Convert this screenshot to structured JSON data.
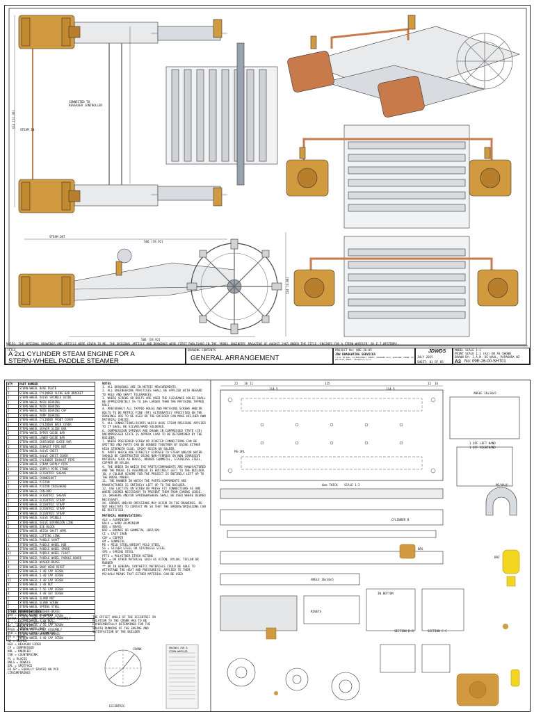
{
  "sheet1": {
    "note_line": "NOTES: THE ORIGINAL DRAWINGS AND ARTICLE WERE GIVEN TO ME. THE ORIGINAL ARTICLE AND DRAWINGS WERE FIRST PUBLISHED IN THE 'MODEL ENGINEER' MAGAZINE OF AUGUST 1965 UNDER THE TITLE 'ENGINES FOR A STERN-WHEELER' BY E.T.WESTBURY.",
    "title_label": "TITLE",
    "title_line1": "A 2x1 CYLINDER STEAM ENGINE FOR A",
    "title_line2": "STERN-WHEEL PADDLE STEAMER",
    "drawing_contents_label": "DRAWING CONTENTS",
    "drawing_contents": "GENERAL ARRANGEMENT",
    "project_no": "PROJECT No: 09E-26-05",
    "company": "JDW DRAUGHTING SERVICES",
    "company_addr": "J.D.W. DE WAAL, 10 BRIGHTWELL STREET, PAPAKURA 2113, AUCKLAND, PHONE: 09 299 6119, EMAIL: jdwds@xtra.co.nz",
    "logo_text": "JDWDS",
    "date": "JULY 2015",
    "sheet_no": "SHEET: 01 OF 05",
    "paper_size": "A3",
    "drawing_no": "No: 09E-26-00-SHT01",
    "model_scale": "MODEL SCALE 1:1",
    "print_scale": "PRINT SCALE 1:1 (A3) OR AS SHOWN",
    "drawn_by": "DRAWN BY: J.A.M. DE WAAL, PAPAKURA NZ",
    "labels": {
      "reverser": "CONNECTED TO REVERSER CONTROLLER",
      "steam_in": "STEAM IN",
      "steam_out": "STEAM OUT",
      "dim_top": "506 [19.92]",
      "dim_bottom": "506 [19.92]",
      "dim_left": "314 [12.36]",
      "dim_right": "124 [4.88]"
    }
  },
  "sheet2": {
    "parts_header": [
      "QTY",
      "PART NUMBER"
    ],
    "parts": [
      [
        "1",
        "STERN-WHEEL BASE PLATE"
      ],
      [
        "2",
        "STERN-WHEEL CYLINDER SLIDE BAR BRACKET"
      ],
      [
        "2",
        "STERN-WHEEL VALVE SPINDLE GUIDE"
      ],
      [
        "2",
        "STERN-WHEEL MAIN BEARING"
      ],
      [
        "2",
        "STERN-WHEEL MAIN BEARING"
      ],
      [
        "2",
        "STERN-WHEEL MAIN BEARING CAP"
      ],
      [
        "2",
        "STERN-WHEEL PUMP BEARING"
      ],
      [
        "2",
        "STERN-WHEEL CYLINDER FRONT COVER"
      ],
      [
        "2",
        "STERN-WHEEL CYLINDER BACK COVER"
      ],
      [
        "2",
        "STERN-WHEEL GRAVER SLIDE BAR"
      ],
      [
        "2",
        "STERN-WHEEL UPPER GUIDE BAR"
      ],
      [
        "2",
        "STERN-WHEEL LOWER GUIDE BAR"
      ],
      [
        "2",
        "STERN-WHEEL CROSSHEAD GUIDE BAR"
      ],
      [
        "1",
        "STERN-WHEEL EXHAUST PIPE NUT"
      ],
      [
        "2",
        "STERN-WHEEL VALVE CHEST"
      ],
      [
        "2",
        "STERN-WHEEL VALVE CHEST COVER"
      ],
      [
        "2",
        "STERN-WHEEL CYLINDER EXHAUST PIPE"
      ],
      [
        "2",
        "STERN-WHEEL STEAM SUPPLY PIPE"
      ],
      [
        "2",
        "STERN-WHEEL SUPPLY PIPE STAND"
      ],
      [
        "2",
        "STERN-WHEEL ECCENTRIC SHEAVE"
      ],
      [
        "2",
        "STERN-WHEEL CRANKSHAFT"
      ],
      [
        "2",
        "STERN-WHEEL PISTON"
      ],
      [
        "2",
        "STERN-WHEEL PISTON CROSSHEAD"
      ],
      [
        "2",
        "STERN-WHEEL CON-ROD"
      ],
      [
        "2",
        "STERN-WHEEL ECCENTRIC SHEAVE"
      ],
      [
        "2",
        "STERN-WHEEL ECCENTRIC STRAP"
      ],
      [
        "2",
        "STERN-WHEEL ECCENTRIC STRAP"
      ],
      [
        "2",
        "STERN-WHEEL ECCENTRIC STRAP"
      ],
      [
        "2",
        "STERN-WHEEL ECCENTRIC STRAP"
      ],
      [
        "2",
        "STERN-WHEEL VALVE SPINDLE"
      ],
      [
        "2",
        "STERN-WHEEL VALVE EXPANSION LINK"
      ],
      [
        "2",
        "STERN-WHEEL DIE BLOCK"
      ],
      [
        "1",
        "STERN-WHEEL WEIGH SHAFT ARMS"
      ],
      [
        "1",
        "STERN-WHEEL LIFTING LINK"
      ],
      [
        "1",
        "STERN-WHEEL PADDLE SHAFT"
      ],
      [
        "1",
        "STERN-WHEEL PADDLE WHEEL HUB"
      ],
      [
        "8",
        "STERN-WHEEL PADDLE WHEEL SPOKE"
      ],
      [
        "12",
        "STERN-WHEEL PADDLE WHEEL FLOAT"
      ],
      [
        "2",
        "STERN-WHEEL PADDLE WHEEL PADDLE BOARD"
      ],
      [
        "4",
        "STERN-WHEEL WASHER-BRASS"
      ],
      [
        "4",
        "STERN-WHEEL SNAP HEAD RIVET"
      ],
      [
        "6",
        "STERN-WHEEL 3-48 CAP SCREW"
      ],
      [
        "4",
        "STERN-WHEEL 5-40 CAP SCREW"
      ],
      [
        "12",
        "STERN-WHEEL 4-40 CAP SCREW"
      ],
      [
        "8",
        "STERN-WHEEL 3-48 NUT"
      ],
      [
        "4",
        "STERN-WHEEL 2-56 CAP SCREW"
      ],
      [
        "4",
        "STERN-WHEEL 4-40 SET SCREW"
      ],
      [
        "2",
        "STERN-WHEEL GLAND NUT"
      ],
      [
        "2",
        "STERN-WHEEL GLAND SCREW"
      ],
      [
        "2",
        "STERN-WHEEL SPRING STEEL"
      ],
      [
        "2",
        "STERN-WHEEL WASHER-BRASS"
      ],
      [
        "4",
        "STERN-WHEEL 4-40 CAP SCREW"
      ],
      [
        "2",
        "STERN-WHEEL 3-48 NUT"
      ],
      [
        "4",
        "STERN-WHEEL 2-56 CAP SCREW"
      ],
      [
        "2",
        "STERN-WHEEL NUT"
      ],
      [
        "1",
        "STERN-WHEEL WASHER-BRASS"
      ],
      [
        "1",
        "STERN-WHEEL 4-40 CAP SCREW"
      ]
    ],
    "notes_title": "NOTES",
    "notes": [
      "1. ALL DRAWINGS ARE IN METRIC MEASUREMENTS.",
      "2. ALL ENGINEERING PRACTICES SHALL BE APPLIED WITH REGARD TO HOLE AND SHAFT TOLERANCES.",
      "3. WHERE SCREWS OR BOLTS ARE USED THE CLEARANCE HOLES SHALL BE APPROXIMATELY 5% TO 10% LARGER THAN THE MATCHING TAPPED HOLE.",
      "4. PREFERABLY ALL TAPPED HOLES AND MATCHING SCREWS AND/OR BOLTS TO BE METRIC FINE (MF) ALTERNATELY SPECIFIED ON THE DRAWINGS ARE TO BE USED OR THE BUILDER CAN MAKE HIS/HER OWN MATERIAL CHOICE.",
      "5. ALL CONNECTIONS/JOINTS WHICH HAVE STEAM PRESSURE APPLIED TO IT SHALL BE SILVER/HARD SOLDERED.",
      "6. COMPRESSION SPRINGS ARE DRAWN IN COMPRESSED STATE (CR) UNCOMPRESSED STATE IS APPROX LOAD TO BE DETERMINED BY THE BUILDER.",
      "7. WHERE PREFERRED SCREW OR RIVETED CONNECTIONS CAN BE OMITTED AND PARTS CAN BE BONDED TOGETHER BY USING EITHER HIGH STRENGTH GLUE, EPOXY RESIN OR SOLDER.",
      "8. PARTS WHICH ARE DIRECTLY EXPOSED TO STEAM AND/OR WATER SHOULD BE CONSTRUCTED USING NON-FERROUS OR NON CORROSIVE MATERIAL SUCH AS BRASS, BRONZE GUNMETAL, STAINLESS STEEL, COPPER OR NYLON.",
      "9. THE ORDER IN WHICH THE PARTS/COMPONENTS ARE MANUFACTURED AND THE MODEL IS ASSEMBLED IS ENTIRELY LEFT TO THE BUILDER.",
      "10. A COLOUR SCHEME FOR THE PROJECT IS ENTIRELY LEFT UP TO THE MODEL MAKER.",
      "11. THE MANNER IN WHICH THE PARTS/COMPONENTS ARE MANUFACTURED IS ENTIRELY LEFT UP TO THE BUILDER.",
      "12. USE LOCTITE ON SCREW OR PRESS FIT CONNECTIONS AS AND WHERE DEEMED NECESSARY TO PREVENT THEM FROM COMING LOOSE.",
      "13. WASHERS AND/OR SPRINGWASHERS SHALL BE USED WHERE DEEMED NECESSARY.",
      "XX. ERRORS AND/OR OMISSIONS MAY OCCUR IN THE DRAWINGS. DO NOT HESITATE TO CONTACT ME SO THAT THE ERRORS/OMISSIONS CAN BE RECTIFIED."
    ],
    "material_title": "MATERIAL ABBREVIATIONS:",
    "materials": [
      "ALU = ALUMINIUM",
      "HALU = HARD ALUMINIUM",
      "BRS = BRASS",
      "BRZ = BRONZE OR GUNMETAL (BRZ/GM)",
      "CI = CAST IRON",
      "COP = COPPER",
      "GM = GUNMETAL",
      "MS = MILD STEEL/BRIGHT MILD STEEL",
      "SS = SILVER STEEL OR STAINLESS STEEL",
      "SPS = SPRING STEEL",
      "PTFE = POLYETHER ETHER KETONE",
      "NYL = OR OTHER MATERIAL SUCH AS VITON, NYLON, TEFLON OR RUBBER",
      "** OR IN GENERAL SYNTHETIC MATERIALS COULD BE ABLE TO WITHSTAND THE HEAT AND PRESSURE(S) APPLIED TO THEM.",
      "MS/HALU MEANS THAT EITHER MATERIAL CAN BE USED"
    ],
    "other_title": "OTHER ABBREVIATIONS:",
    "others": [
      "DAA = DRILL AFTER ASSEMBLY",
      "DATAA = DRILL AND TAP AFTER ASSEMBLY",
      "Ø = CLOSE FIT (DCE FOR SIZE)",
      "PF = PRESS FIT",
      "PFAA = PRESS FIT AFTER ASSEMBLY",
      "PCD = PITCH CIRCLE DIAMETER",
      "FR = FRONT",
      "RH = REAMED",
      "HEX = HEXAGON SIDED",
      "CP = COMPRESSED",
      "KNL = KNURLED",
      "CSK = COUNTERSINK",
      "PL = PLACES",
      "DWLS = DOWELS",
      "SPL = SPOTFACE",
      "EQ.SP = EQUALLY SPACED ON PCD",
      "CIRCUMFERENCE"
    ],
    "eccentric_note": "THE OFFSET ANGLE OF THE ECCENTRIC IN RELATION TO THE CRANK HAS TO BE EXPERIMENTALLY DETERMINED FOR THE SMOOTH RUNNING OF THE ENGINE AND SATISFACTION OF THE BUILDER",
    "crank_label": "CRANK",
    "eccentric_label": "ECCENTRIC",
    "engines_label": "ENGINES FOR A STERN-WHEELER",
    "dims": {
      "top_a": "125",
      "top_b": "114.5",
      "top_c": "125",
      "top_d": "114.5",
      "c1": "22",
      "c2": "10",
      "c3": "11",
      "c4": "12",
      "c5": "16",
      "scale12": "SCALE 1:2",
      "thick6": "6mm THICK",
      "ms": "MS-3PL",
      "angle": "ANGLE 16x10x5",
      "rivets": "RIVETS",
      "cyl": "CYLINDER B",
      "secb": "SECTION B-B",
      "secc": "SECTION C-C",
      "off_left": "1 OFF LEFT HAND",
      "off_right": "1 OFF RIGHTHAND",
      "bottom": "IN BOTTOM",
      "brs": "BRS",
      "brz": "BRZ",
      "mshalu": "MS/HALU"
    }
  },
  "colors": {
    "brass": "#d19a3f",
    "copper": "#c97a4a",
    "steel": "#8c98a4",
    "frame": "#222222"
  }
}
